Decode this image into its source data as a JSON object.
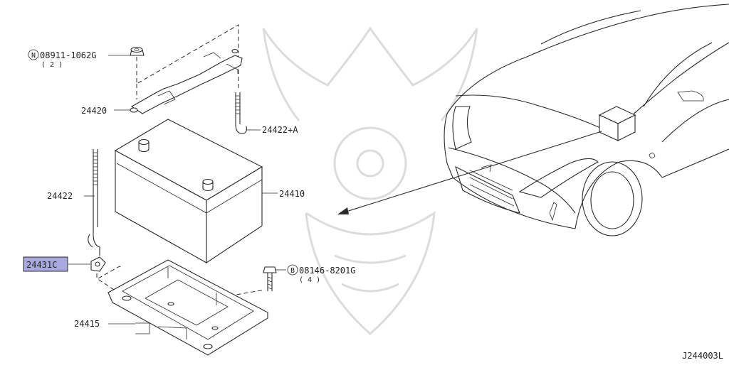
{
  "diagram": {
    "code": "J244003L",
    "highlight_color": "#a9a9e0",
    "parts": [
      {
        "id": "nut",
        "number": "08911-1062G",
        "prefix": "N",
        "qty": "( 2 )"
      },
      {
        "id": "bracket",
        "number": "24420"
      },
      {
        "id": "hook-rod-a",
        "number": "24422+A"
      },
      {
        "id": "hook-rod",
        "number": "24422"
      },
      {
        "id": "battery",
        "number": "24410"
      },
      {
        "id": "clip",
        "number": "24431C",
        "highlighted": true
      },
      {
        "id": "bolt",
        "number": "08146-8201G",
        "prefix": "B",
        "qty": "( 4 )"
      },
      {
        "id": "tray",
        "number": "24415"
      }
    ]
  }
}
